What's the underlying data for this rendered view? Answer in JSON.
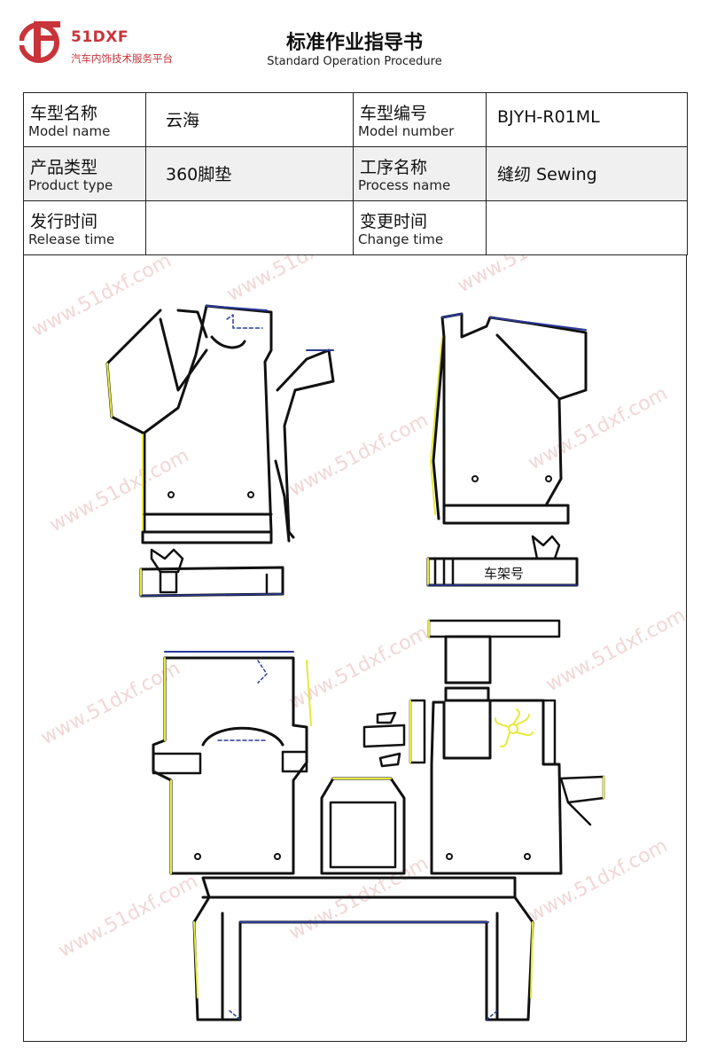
{
  "header": {
    "brand": "51DXF",
    "tagline": "汽车内饰技术服务平台",
    "title": "标准作业指导书",
    "subtitle": "Standard Operation Procedure",
    "brand_color": "#c8343a"
  },
  "info": {
    "model_name": {
      "label_cn": "车型名称",
      "label_en": "Model name",
      "value": "云海"
    },
    "model_number": {
      "label_cn": "车型编号",
      "label_en": "Model number",
      "value": "BJYH-R01ML"
    },
    "product_type": {
      "label_cn": "产品类型",
      "label_en": "Product type",
      "value": "360脚垫"
    },
    "process_name": {
      "label_cn": "工序名称",
      "label_en": "Process name",
      "value": "缝纫 Sewing"
    },
    "release_time": {
      "label_cn": "发行时间",
      "label_en": "Release time",
      "value": ""
    },
    "change_time": {
      "label_cn": "变更时间",
      "label_en": "Change time",
      "value": ""
    }
  },
  "drawing": {
    "frame_label": "车架号",
    "watermark": "www.51dxf.com",
    "outline_color": "#111111",
    "edge_yellow": "#e8e83a",
    "edge_blue": "#2a3a9a"
  }
}
